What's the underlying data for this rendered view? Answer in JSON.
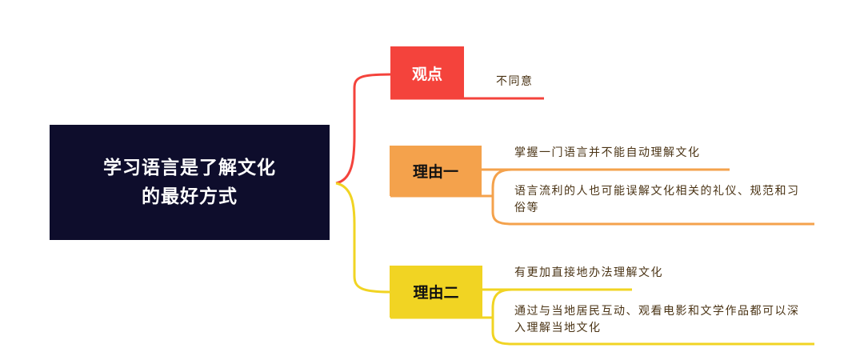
{
  "central_topic": {
    "line1": "学习语言是了解文化",
    "line2": "的最好方式"
  },
  "branches": [
    {
      "label": "观点",
      "color": "#f4433c",
      "children": [
        "不同意"
      ]
    },
    {
      "label": "理由一",
      "color": "#f4a24c",
      "children": [
        "掌握一门语言并不能自动理解文化",
        "语言流利的人也可能误解文化相关的礼仪、规范和习俗等"
      ]
    },
    {
      "label": "理由二",
      "color": "#f1d423",
      "children": [
        "有更加直接地办法理解文化",
        "通过与当地居民互动、观看电影和文学作品都可以深入理解当地文化"
      ]
    }
  ]
}
